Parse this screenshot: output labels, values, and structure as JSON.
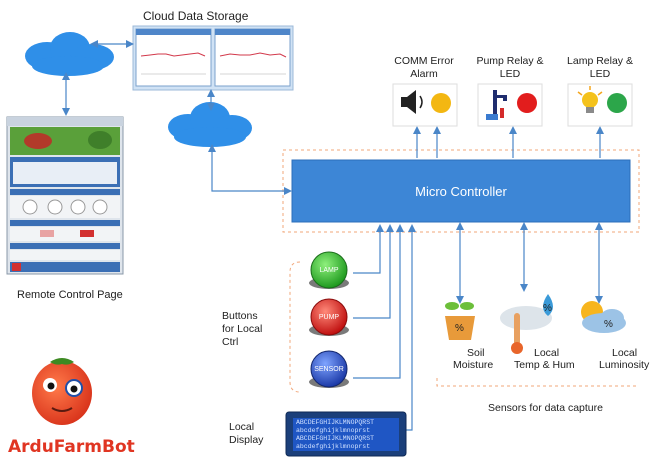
{
  "labels": {
    "cloud_storage": "Cloud Data Storage",
    "comm_alarm_1": "COMM  Error",
    "comm_alarm_2": "Alarm",
    "pump_relay_1": "Pump Relay &",
    "pump_relay_2": "LED",
    "lamp_relay_1": "Lamp Relay &",
    "lamp_relay_2": "LED",
    "micro_controller": "Micro Controller",
    "remote_page": "Remote Control Page",
    "buttons_1": "Buttons",
    "buttons_2": "for Local",
    "buttons_3": "Ctrl",
    "local_display_1": "Local",
    "local_display_2": "Display",
    "soil_1": "Soil",
    "soil_2": "Moisture",
    "temp_1": "Local",
    "temp_2": "Temp & Hum",
    "lum_1": "Local",
    "lum_2": "Luminosity",
    "sensors": "Sensors for data capture",
    "brand": "ArduFarmBot"
  },
  "buttons": [
    "LAMP",
    "PUMP",
    "SENSOR"
  ],
  "lcd_lines": [
    "ABCDEFGHIJKLMNOPQRST",
    "abcdefghijklmnoprst",
    "ABCDEFGHIJKLMNOPQRST",
    "abcdefghijklmnoprst"
  ],
  "sensor_symbols": {
    "soil": "%",
    "humidity": "%",
    "luminosity": "%"
  },
  "colors": {
    "controller": "#3d86d6",
    "cloud": "#2f8fe8",
    "arrow": "#4a86c8",
    "dashed_border": "#f2a77a",
    "lamp_button": "#3fbf3f",
    "pump_button": "#e02a2a",
    "sensor_button": "#2f56c9",
    "alarm_led": "#f3b712",
    "pump_led": "#e21d1d",
    "lamp_led": "#2ca64a",
    "brand": "#e03522"
  },
  "icons": [
    "speaker-icon",
    "faucet-icon",
    "lightbulb-icon",
    "plant-pot-icon",
    "thermometer-icon",
    "sun-cloud-icon",
    "tomato-mascot-icon"
  ]
}
